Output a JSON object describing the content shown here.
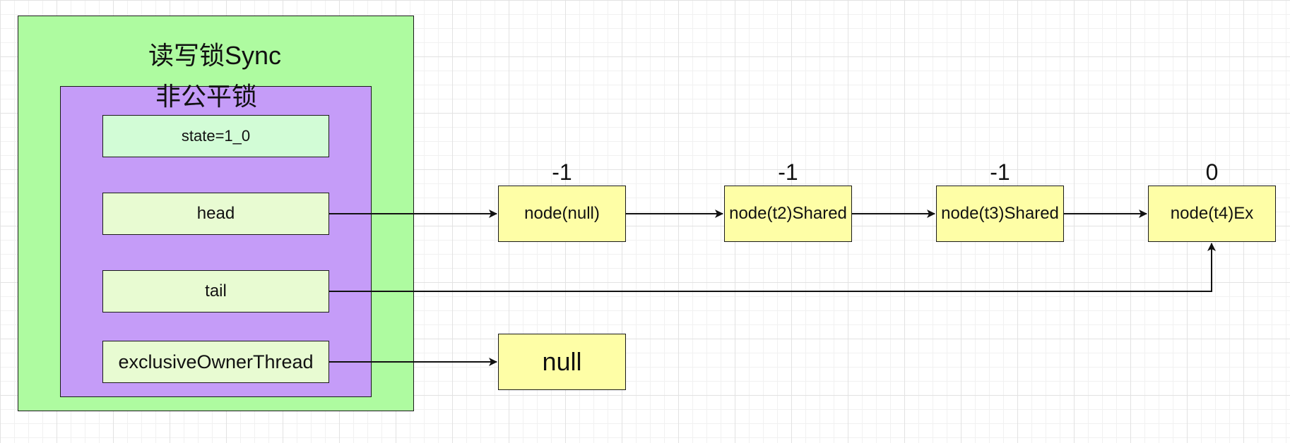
{
  "colors": {
    "outer_fill": "#aefba0",
    "inner_fill": "#c59cf8",
    "state_fill": "#d2fcd6",
    "field_fill": "#e8fbd2",
    "node_fill": "#fefea6",
    "stroke": "#1a1a1a"
  },
  "sync": {
    "title": "读写锁Sync",
    "fair": {
      "title": "非公平锁",
      "state": "state=1_0",
      "head": "head",
      "tail": "tail",
      "owner": "exclusiveOwnerThread"
    }
  },
  "queue": {
    "nodes": [
      {
        "label": "node(null)",
        "wait_status": "-1"
      },
      {
        "label": "node(t2)Shared",
        "wait_status": "-1"
      },
      {
        "label": "node(t3)Shared",
        "wait_status": "-1"
      },
      {
        "label": "node(t4)Ex",
        "wait_status": "0"
      }
    ]
  },
  "owner_value": "null"
}
